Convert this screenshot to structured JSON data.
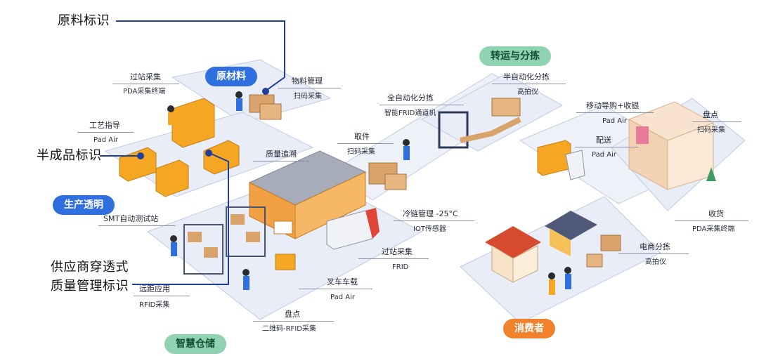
{
  "callouts": {
    "raw_material": "原料标识",
    "semi_product": "半成品标识",
    "supplier_line1": "供应商穿透式",
    "supplier_line2": "质量管理标识"
  },
  "zones": {
    "raw_material": "原材料",
    "production": "生产透明",
    "warehouse": "智慧仓储",
    "transport": "转运与分拣",
    "consumer": "消费者"
  },
  "labels": {
    "station_collect": "过站采集",
    "pda_terminal": "PDA采集终端",
    "material_mgmt": "物料管理",
    "scan_collect": "扫码采集",
    "process_guide": "工艺指导",
    "pad_air": "Pad Air",
    "quality_trace": "质量追溯",
    "smt_test": "SMT自动测试站",
    "remote_app": "远距应用",
    "rfid_collect": "RFID采集",
    "forklift": "叉车车载",
    "forklift_sub": "Pad Air",
    "inventory": "盘点",
    "qr_rfid": "二维码-RFID采集",
    "cold_chain": "冷链管理  -25°C",
    "iot_sensor": "IOT传感器",
    "station_collect2": "过站采集",
    "frid": "FRID",
    "pickup": "取件",
    "pickup_sub": "扫码采集",
    "auto_sort": "全自动化分拣",
    "auto_sort_sub": "智能FRID通道机",
    "semi_auto_sort": "半自动化分拣",
    "semi_auto_sort_sub": "高拍仪",
    "mobile_guide": "移动导购+收银",
    "mobile_guide_sub": "Pad Air",
    "delivery": "配送",
    "delivery_sub": "Pad Air",
    "stocktake": "盘点",
    "stocktake_sub": "扫码采集",
    "receiving": "收货",
    "receiving_sub": "PDA采集终端",
    "ecom_sort": "电商分拣",
    "ecom_sort_sub": "高拍仪"
  },
  "colors": {
    "accent_blue": "#2f6fe0",
    "accent_green": "#8fd3b0",
    "accent_orange": "#f0822d",
    "callout_line": "#1e3f9a",
    "platform": "#e9edf7",
    "platform_edge": "#c3cbe0"
  }
}
